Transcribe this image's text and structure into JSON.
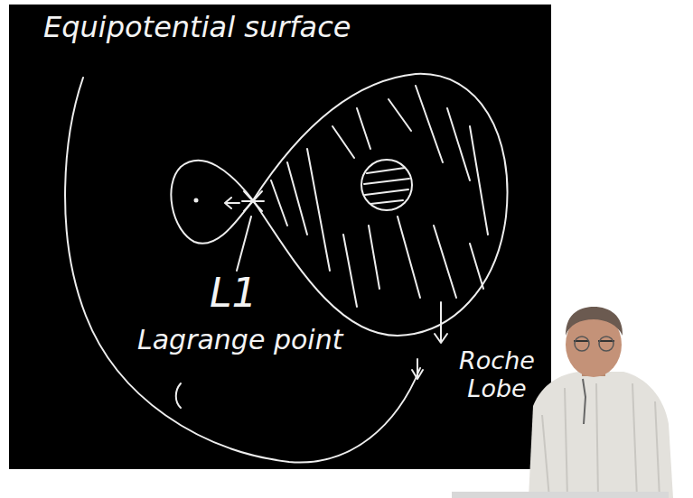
{
  "diagram": {
    "labels": [
      "Equipotential surface",
      "L1",
      "Lagrange point",
      "Roche Lobe"
    ]
  }
}
